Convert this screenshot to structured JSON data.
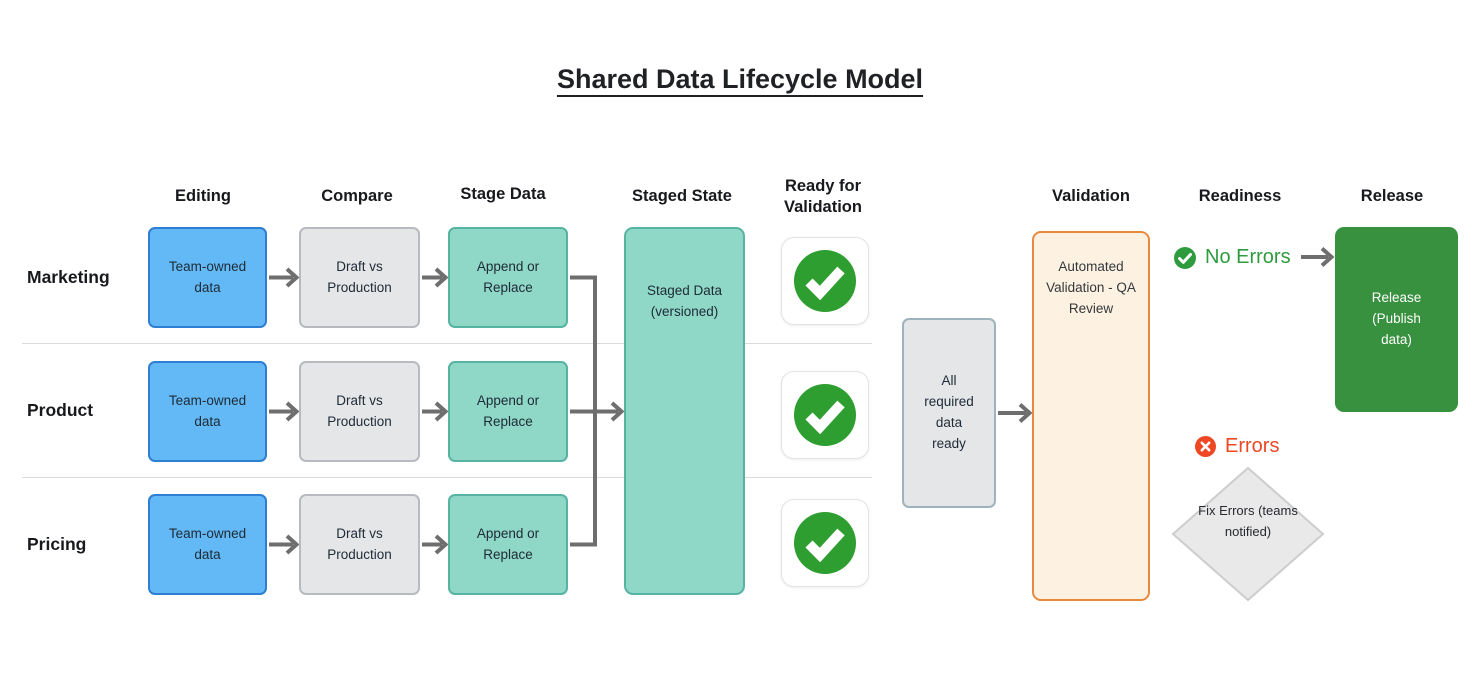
{
  "title": "Shared Data Lifecycle Model",
  "columns": {
    "editing": "Editing",
    "compare": "Compare",
    "stage_data": "Stage Data",
    "staged_state": "Staged State",
    "ready_for_validation": "Ready for Validation",
    "validation": "Validation",
    "readiness": "Readiness",
    "release": "Release"
  },
  "teams": [
    {
      "label": "Marketing",
      "editing": "Team-owned data",
      "compare": "Draft vs Production",
      "stage": "Append or Replace"
    },
    {
      "label": "Product",
      "editing": "Team-owned data",
      "compare": "Draft vs Production",
      "stage": "Append or Replace"
    },
    {
      "label": "Pricing",
      "editing": "Team-owned data",
      "compare": "Draft vs Production",
      "stage": "Append or Replace"
    }
  ],
  "staged_state_box": {
    "label": "Staged Data (versioned)"
  },
  "gate_box": {
    "label": "All required data ready"
  },
  "validation_box": {
    "label": "Automated Validation - QA Review"
  },
  "release_box": {
    "label": "Release (Publish data)"
  },
  "readiness": {
    "no_errors_label": "No Errors",
    "errors_label": "Errors",
    "fix_errors_label": "Fix Errors (teams notified)"
  },
  "icons": {
    "ready_check": "check-circle-icon",
    "no_errors": "check-circle-icon",
    "errors": "x-circle-icon",
    "flow": "arrow-right-icon"
  },
  "colors": {
    "editing_fill": "#63b9f5",
    "editing_border": "#2e7fd4",
    "compare_fill": "#e5e6e8",
    "compare_border": "#b7babe",
    "stage_fill": "#8fd7c6",
    "stage_border": "#57b3a2",
    "validation_fill": "#fdf1e1",
    "validation_border": "#e78a3d",
    "release_fill": "#38913f",
    "check_green": "#2f9e30",
    "no_errors_green": "#2e9c3e",
    "errors_red": "#ee4723",
    "arrow_gray": "#6e6e6e"
  }
}
